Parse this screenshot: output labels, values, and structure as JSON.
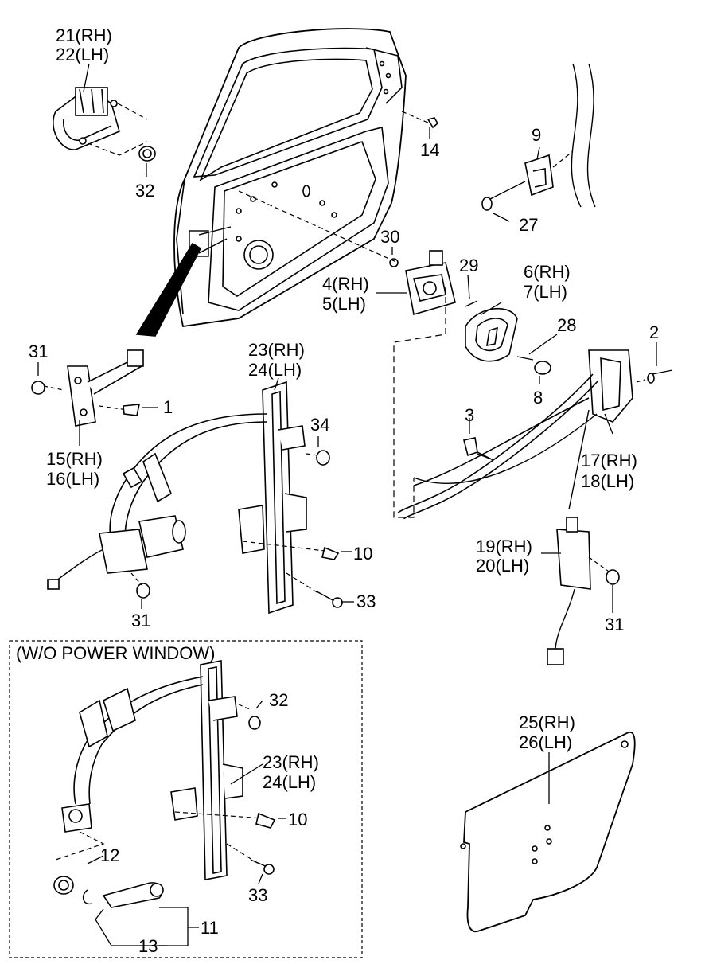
{
  "inset_title": "(W/O POWER WINDOW)",
  "labels": {
    "p21_22": [
      "21(RH)",
      "22(LH)"
    ],
    "p32_top": "32",
    "p14": "14",
    "p9": "9",
    "p27": "27",
    "p30": "30",
    "p29": "29",
    "p4_5": [
      "4(RH)",
      "5(LH)"
    ],
    "p6_7": [
      "6(RH)",
      "7(LH)"
    ],
    "p28": "28",
    "p8": "8",
    "p2": "2",
    "p31_left": "31",
    "p1": "1",
    "p15_16": [
      "15(RH)",
      "16(LH)"
    ],
    "p23_24_top": [
      "23(RH)",
      "24(LH)"
    ],
    "p34": "34",
    "p10_top": "10",
    "p33_top": "33",
    "p31_bottom": "31",
    "p3": "3",
    "p17_18": [
      "17(RH)",
      "18(LH)"
    ],
    "p19_20": [
      "19(RH)",
      "20(LH)"
    ],
    "p31_right": "31",
    "p32_inset": "32",
    "p23_24_inset": [
      "23(RH)",
      "24(LH)"
    ],
    "p10_inset": "10",
    "p12": "12",
    "p33_inset": "33",
    "p11": "11",
    "p13": "13",
    "p25_26": [
      "25(RH)",
      "26(LH)"
    ]
  },
  "colors": {
    "line": "#000000",
    "background": "#ffffff",
    "fill": "#ffffff",
    "shade": "#8c8c8c"
  }
}
